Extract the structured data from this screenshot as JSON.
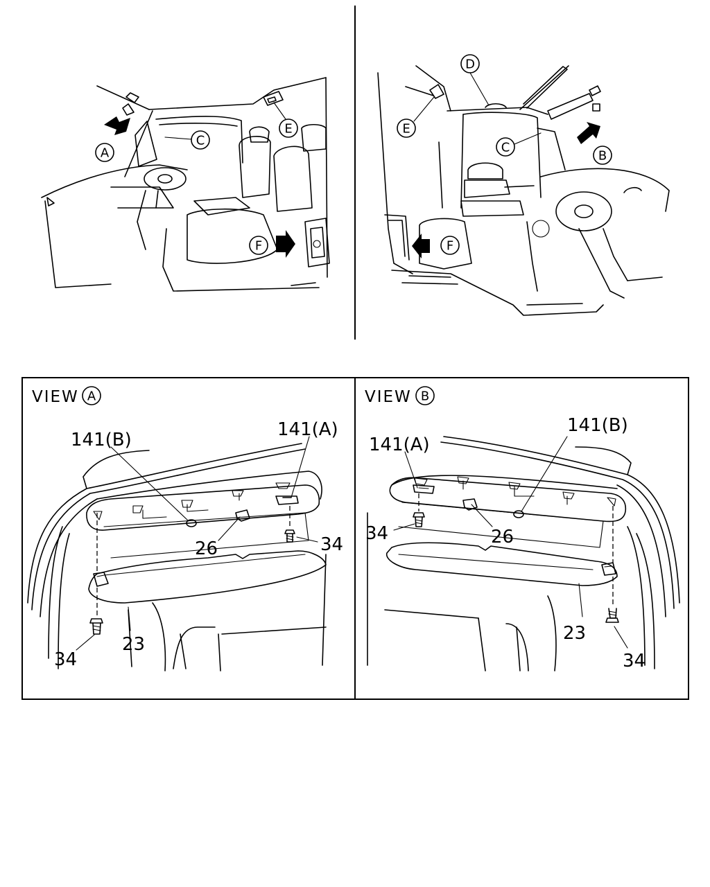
{
  "top_left": {
    "callouts": {
      "a": "A",
      "c": "C",
      "e": "E",
      "f": "F"
    }
  },
  "top_right": {
    "callouts": {
      "d": "D",
      "e": "E",
      "c": "C",
      "b": "B",
      "f": "F"
    }
  },
  "view_a": {
    "title_prefix": "VIEW",
    "title_letter": "A",
    "parts": {
      "p141b": "141(B)",
      "p141a": "141(A)",
      "p26": "26",
      "p34_right": "34",
      "p34_left": "34",
      "p23": "23"
    }
  },
  "view_b": {
    "title_prefix": "VIEW",
    "title_letter": "B",
    "parts": {
      "p141a": "141(A)",
      "p141b": "141(B)",
      "p34_left": "34",
      "p26": "26",
      "p23": "23",
      "p34_right": "34"
    }
  }
}
